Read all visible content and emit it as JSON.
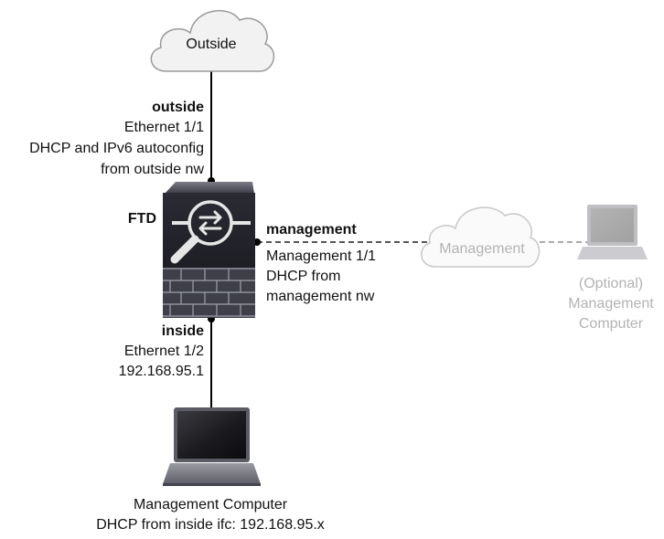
{
  "clouds": {
    "outside": "Outside",
    "management": "Management"
  },
  "device": {
    "name": "FTD"
  },
  "outside_iface": {
    "name": "outside",
    "port": "Ethernet 1/1",
    "addr_line1": "DHCP and IPv6 autoconfig",
    "addr_line2": "from outside nw"
  },
  "management_iface": {
    "name": "management",
    "port": "Management 1/1",
    "addr_line1": "DHCP from",
    "addr_line2": "management nw"
  },
  "inside_iface": {
    "name": "inside",
    "port": "Ethernet 1/2",
    "addr": "192.168.95.1"
  },
  "optional_computer": {
    "line1": "(Optional)",
    "line2": "Management",
    "line3": "Computer"
  },
  "management_computer": {
    "line1": "Management Computer",
    "line2": "DHCP from inside ifc: 192.168.95.x"
  },
  "colors": {
    "link_solid": "#000000",
    "link_dashed": "#555555",
    "link_dashed_faded": "#aaaaaa",
    "cloud_fill": "#f2f2f2",
    "cloud_stroke": "#9a9a9a",
    "device_dark": "#1c1c22",
    "device_mid": "#4a4b55",
    "faded_text": "#b3b3b3"
  }
}
